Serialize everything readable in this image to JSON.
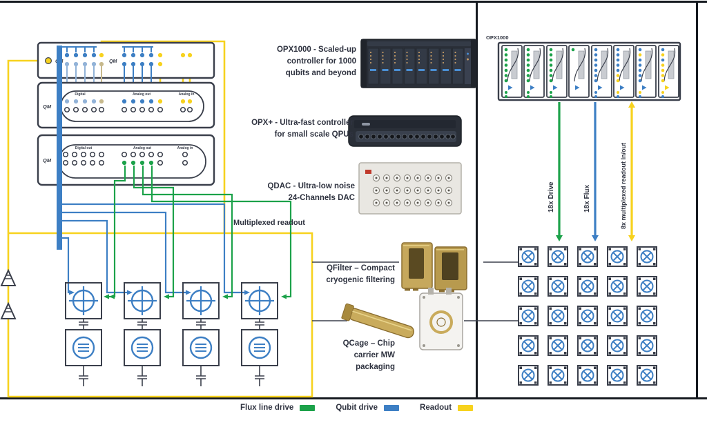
{
  "legend": {
    "items": [
      {
        "label": "Flux line drive",
        "color": "#1CA24A"
      },
      {
        "label": "Qubit drive",
        "color": "#3D7FC4"
      },
      {
        "label": "Readout",
        "color": "#F7D21E"
      }
    ]
  },
  "products": [
    {
      "id": "opx1000",
      "lines": [
        "OPX1000 - Scaled-up",
        "controller for 1000",
        "qubits and beyond"
      ]
    },
    {
      "id": "opx-plus",
      "lines": [
        "OPX+ - Ultra-fast controller",
        "for small scale QPUs"
      ]
    },
    {
      "id": "qdac",
      "lines": [
        "QDAC - Ultra-low noise",
        "24-Channels DAC"
      ]
    },
    {
      "id": "qfilter",
      "lines": [
        "QFilter – Compact",
        "cryogenic filtering"
      ]
    },
    {
      "id": "qcage",
      "lines": [
        "QCage – Chip",
        "carrier MW",
        "packaging"
      ]
    }
  ],
  "left_diagram": {
    "readout_box_label": "Multiplexed readout",
    "logo": "QM",
    "controller_ports": {
      "digital": "Digital",
      "analog_out": "Analog out",
      "analog_in": "Analog in"
    },
    "dac_ports": {
      "digital": "Digital out",
      "analog_out": "Analog out",
      "analog_in": "Analog in"
    }
  },
  "right_diagram": {
    "title": "OPX1000",
    "green_arrow_label": "18x Drive",
    "blue_arrow_label": "18x Flux",
    "yellow_arrow_label": "8x multiplexed readout In/out"
  },
  "colors": {
    "flux_green": "#1CA24A",
    "qubit_blue": "#3D7FC4",
    "readout_yellow": "#F7D21E",
    "outline_dark": "#3a3f4b",
    "light_blue": "#92B3D8",
    "tan": "#C7B98C",
    "gold": "#BD9E52"
  }
}
